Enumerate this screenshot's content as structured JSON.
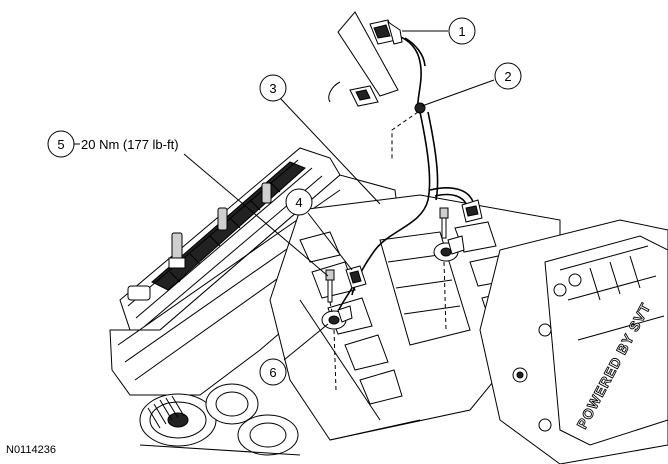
{
  "figure_id": "N0114236",
  "callouts": [
    {
      "num": "1"
    },
    {
      "num": "2"
    },
    {
      "num": "3"
    },
    {
      "num": "4"
    },
    {
      "num": "5",
      "text": "20 Nm (177 lb-ft)"
    },
    {
      "num": "6"
    }
  ],
  "stamped_text": "POWERED BY SVT"
}
